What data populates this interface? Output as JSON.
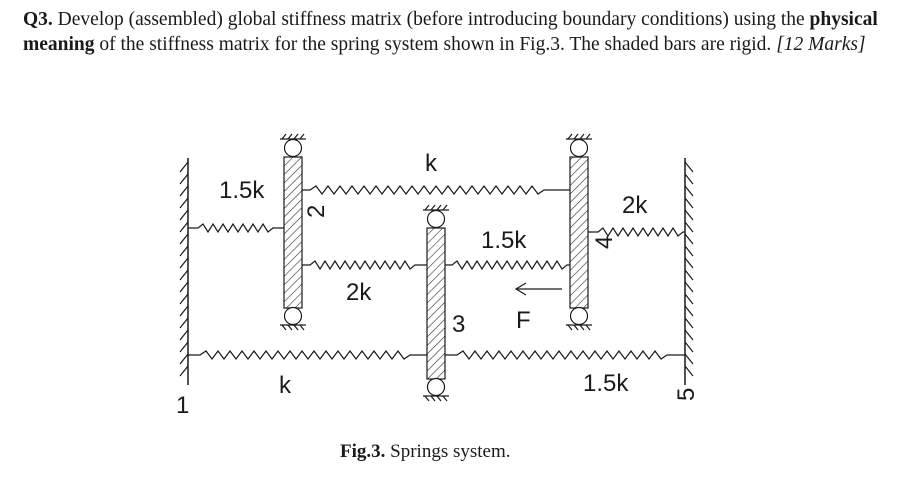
{
  "question": {
    "number": "Q3.",
    "text_part1": "Develop (assembled) global stiffness matrix (before introducing boundary conditions) using the",
    "emphasis": "physical meaning",
    "text_part2": "of the stiffness matrix for the spring system shown in Fig.3. The shaded bars are rigid.",
    "marks": "[12 Marks]"
  },
  "figure": {
    "caption_label": "Fig.3.",
    "caption_text": "Springs system.",
    "node_labels": {
      "n1": "1",
      "n2": "2",
      "n3": "3",
      "n4": "4",
      "n5": "5"
    },
    "spring_labels": {
      "s_left_top": "1.5k",
      "s_top": "k",
      "s_mid_right": "1.5k",
      "s_mid_left": "2k",
      "s_right_top": "2k",
      "s_bottom_left": "k",
      "s_bottom_right": "1.5k"
    },
    "force_label": "F"
  }
}
